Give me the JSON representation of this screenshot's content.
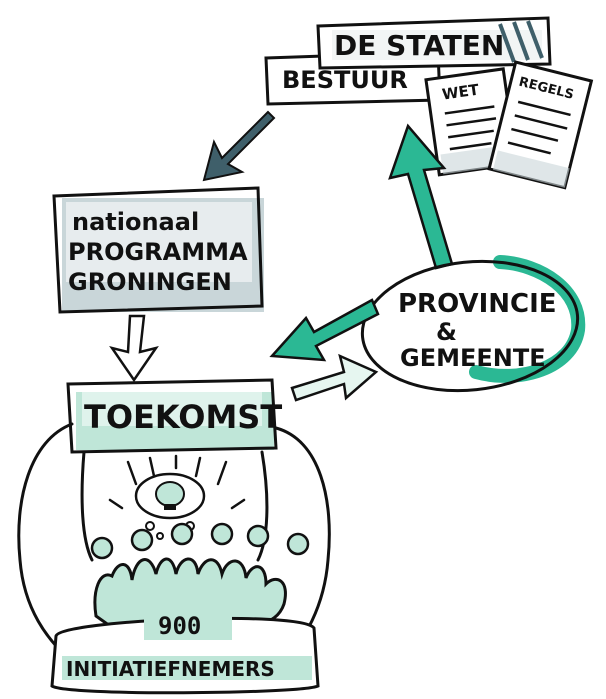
{
  "colors": {
    "ink": "#111111",
    "teal": "#2bb894",
    "mint": "#bfe6d8",
    "slate": "#3f5f6a",
    "slate_light": "#c9d6d9",
    "grey_light": "#e6ecec"
  },
  "nodes": {
    "staten": {
      "line1": "DE STATEN",
      "line2": "BESTUUR"
    },
    "wet": {
      "title": "WET"
    },
    "regels": {
      "title": "REGELS"
    },
    "nationaal": {
      "line1": "nationaal",
      "line2": "PROGRAMMA",
      "line3": "GRONINGEN"
    },
    "provincie": {
      "line1": "PROVINCIE",
      "line2": "&",
      "line3": "GEMEENTE"
    },
    "toekomst": {
      "label": "TOEKOMST"
    },
    "initiatiefnemers": {
      "count": "900",
      "label": "INITIATIEFNEMERS"
    }
  },
  "icons": {
    "idea": "lightbulb-thought-icon",
    "people": "crowd-icon"
  }
}
